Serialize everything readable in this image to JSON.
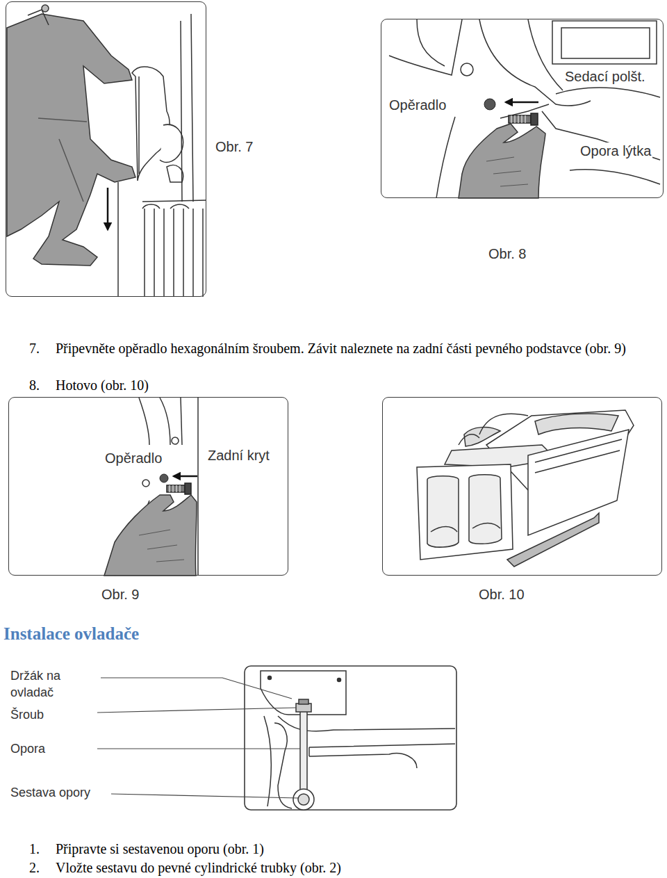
{
  "diagram": {
    "nodes": [
      {
        "text": [
          "Obr. 7"
        ]
      },
      {
        "text": [
          "Opěradlo",
          "Sedací polšt.",
          "Opora lýtka",
          "Obr. 8"
        ]
      },
      {
        "text": [
          "Opěradlo",
          "Zadní kryt",
          "Obr. 9"
        ]
      },
      {
        "text": [
          "Obr. 10"
        ]
      }
    ],
    "labels": [
      "7.",
      "Připevněte opěradlo hexagonálním šroubem. Závit naleznete na zadní části pevného podstavce (obr. 9)",
      "8.",
      "Hotovo (obr. 10)",
      "Instalace ovladače",
      "Držák na ovladač",
      "Šroub",
      "Opora",
      "Sestava opory",
      "1.",
      "Připravte si sestavenou oporu (obr. 1)",
      "2.",
      "Vložte sestavu do pevné cylindrické trubky (obr. 2)"
    ]
  }
}
